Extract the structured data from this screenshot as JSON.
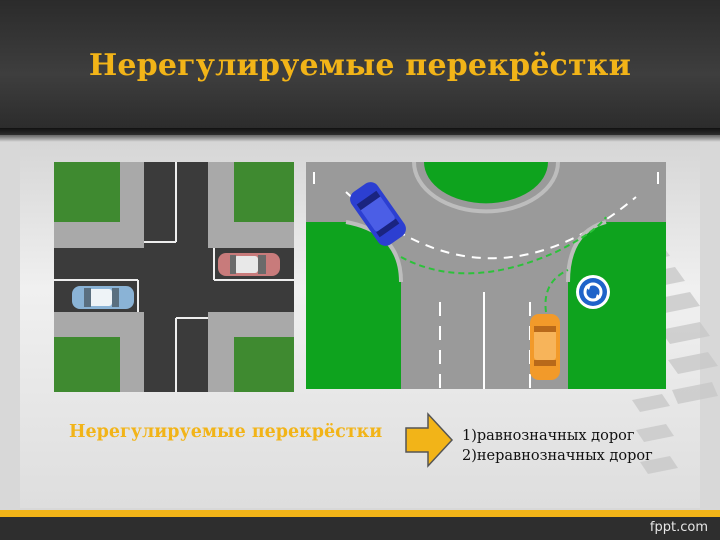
{
  "slide": {
    "title": "Нерегулируемые перекрёстки",
    "subtitle": "Нерегулируемые перекрёстки",
    "list": [
      "1)равнозначных дорог",
      "2)неравнозначных дорог"
    ],
    "watermark": "fppt.com"
  },
  "colors": {
    "accent": "#f2b418",
    "header_bg": "#333333",
    "grass": "#0ea31e",
    "road": "#3a3a3a"
  },
  "icons": [
    "arrow-right-icon",
    "roundabout-sign-icon"
  ]
}
